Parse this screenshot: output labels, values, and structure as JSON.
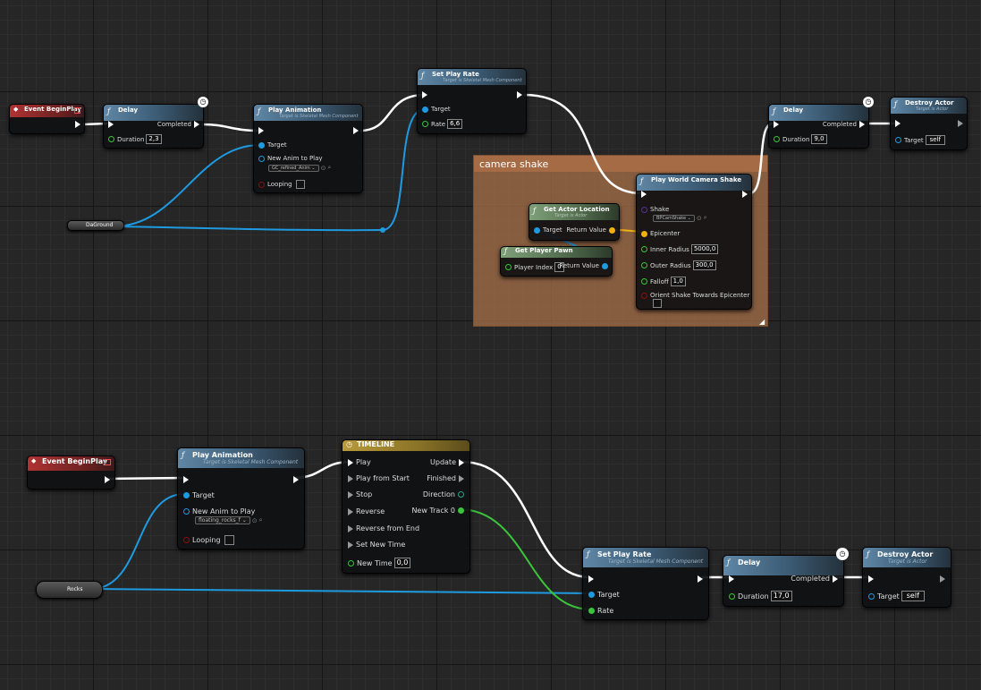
{
  "graph1": {
    "comment_title": "camera shake",
    "event_begin_play": {
      "title": "Event BeginPlay"
    },
    "delay1": {
      "title": "Delay",
      "completed": "Completed",
      "duration_label": "Duration",
      "duration_value": "2,3"
    },
    "play_anim": {
      "title": "Play Animation",
      "subtitle": "Target is Skeletal Mesh Component",
      "target": "Target",
      "new_anim": "New Anim to Play",
      "anim_value": "GC_refined_Anim",
      "looping": "Looping"
    },
    "set_play_rate": {
      "title": "Set Play Rate",
      "subtitle": "Target is Skeletal Mesh Component",
      "target": "Target",
      "rate": "Rate",
      "rate_value": "6,6"
    },
    "da_ground": "DaGround",
    "play_world_camera_shake": {
      "title": "Play World Camera Shake",
      "shake": "Shake",
      "shake_value": "BPCamShake",
      "epicenter": "Epicenter",
      "inner_radius": "Inner Radius",
      "inner_radius_value": "5000,0",
      "outer_radius": "Outer Radius",
      "outer_radius_value": "300,0",
      "falloff": "Falloff",
      "falloff_value": "1,0",
      "orient": "Orient Shake Towards Epicenter"
    },
    "get_actor_location": {
      "title": "Get Actor Location",
      "subtitle": "Target is Actor",
      "target": "Target",
      "return_value": "Return Value"
    },
    "get_player_pawn": {
      "title": "Get Player Pawn",
      "player_index": "Player Index",
      "player_index_value": "0",
      "return_value": "Return Value"
    },
    "delay2": {
      "title": "Delay",
      "completed": "Completed",
      "duration_label": "Duration",
      "duration_value": "9,0"
    },
    "destroy_actor": {
      "title": "Destroy Actor",
      "subtitle": "Target is Actor",
      "target": "Target",
      "target_value": "self"
    }
  },
  "graph2": {
    "event_begin_play": {
      "title": "Event BeginPlay"
    },
    "play_anim": {
      "title": "Play Animation",
      "subtitle": "Target is Skeletal Mesh Component",
      "target": "Target",
      "new_anim": "New Anim to Play",
      "anim_value": "floating_rocks_f",
      "looping": "Looping"
    },
    "timeline": {
      "title": "TIMELINE",
      "play": "Play",
      "play_from_start": "Play from Start",
      "stop": "Stop",
      "reverse": "Reverse",
      "reverse_from_end": "Reverse from End",
      "set_new_time": "Set New Time",
      "new_time": "New Time",
      "new_time_value": "0,0",
      "update": "Update",
      "finished": "Finished",
      "direction": "Direction",
      "new_track": "New Track 0"
    },
    "rocks": "Rocks",
    "set_play_rate": {
      "title": "Set Play Rate",
      "subtitle": "Target is Skeletal Mesh Component",
      "target": "Target",
      "rate": "Rate"
    },
    "delay": {
      "title": "Delay",
      "completed": "Completed",
      "duration_label": "Duration",
      "duration_value": "17,0"
    },
    "destroy_actor": {
      "title": "Destroy Actor",
      "subtitle": "Target is Actor",
      "target": "Target",
      "target_value": "self"
    }
  },
  "colors": {
    "exec": "#ffffff",
    "object": "#1e9ae0",
    "float": "#3bc43b",
    "vector": "#f0b010",
    "comment": "#a56b44"
  },
  "icons": {
    "function": "function-icon",
    "event": "event-icon",
    "clock": "clock-icon",
    "timeline": "timeline-icon"
  }
}
